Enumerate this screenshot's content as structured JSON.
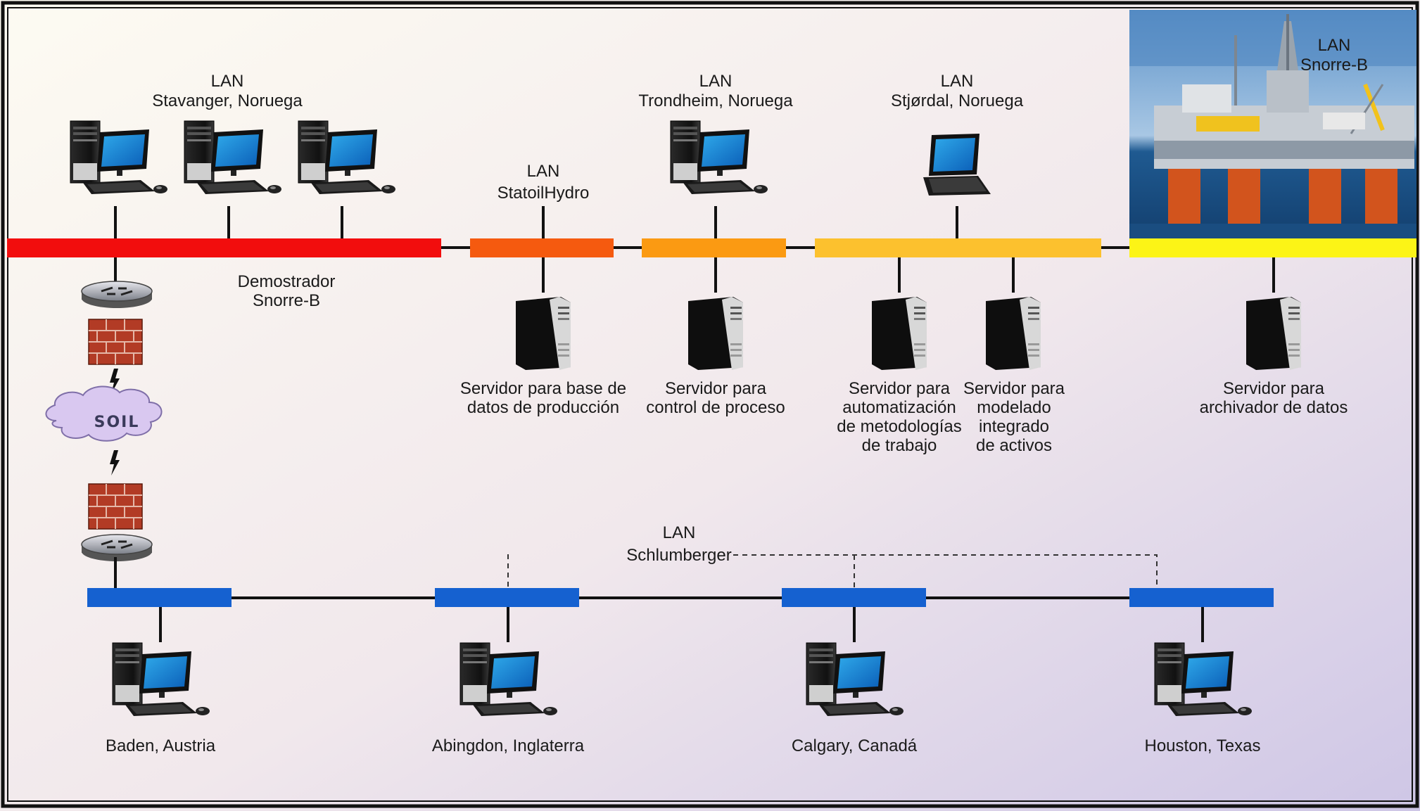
{
  "colors": {
    "bg_top": "#fdfaf0",
    "bg_bottom": "#d2c8e4",
    "bus_red": "#f20d0d",
    "bus_orange_red": "#f55a0f",
    "bus_orange": "#fb9a12",
    "bus_light_orange": "#fcc12e",
    "bus_yellow": "#fcf416",
    "bus_blue": "#1561d0",
    "cloud": "#d9c8f0"
  },
  "labels": {
    "stavanger_lan": "LAN",
    "stavanger_place": "Stavanger, Noruega",
    "statoil_lan": "LAN",
    "statoil_name": "StatoilHydro",
    "trondheim_lan": "LAN",
    "trondheim_place": "Trondheim, Noruega",
    "stjordal_lan": "LAN",
    "stjordal_place": "Stjørdal, Noruega",
    "snorre_lan": "LAN",
    "snorre_name": "Snorre-B",
    "demo_line1": "Demostrador",
    "demo_line2": "Snorre-B",
    "soil": "SOIL",
    "srv_prod_1": "Servidor para base de",
    "srv_prod_2": "datos de producción",
    "srv_proc_1": "Servidor para",
    "srv_proc_2": "control de proceso",
    "srv_auto_1": "Servidor para",
    "srv_auto_2": "automatización",
    "srv_auto_3": "de metodologías",
    "srv_auto_4": "de trabajo",
    "srv_model_1": "Servidor para",
    "srv_model_2": "modelado",
    "srv_model_3": "integrado",
    "srv_model_4": "de activos",
    "srv_arch_1": "Servidor para",
    "srv_arch_2": "archivador de datos",
    "slb_lan": "LAN",
    "slb_name": "Schlumberger",
    "site_baden": "Baden, Austria",
    "site_abingdon": "Abingdon, Inglaterra",
    "site_calgary": "Calgary, Canadá",
    "site_houston": "Houston, Texas"
  },
  "icons": [
    "desktop-computer-icon",
    "laptop-icon",
    "tower-server-icon",
    "router-icon",
    "firewall-icon",
    "lightning-bolt-icon",
    "cloud-icon",
    "offshore-platform-image"
  ]
}
